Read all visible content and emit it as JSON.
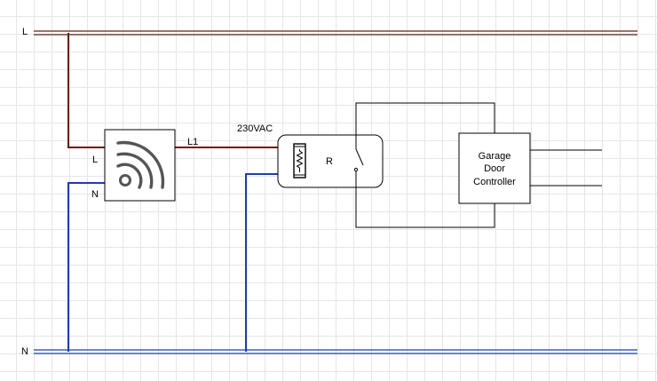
{
  "rails": {
    "live_label": "L",
    "neutral_label": "N"
  },
  "wifi_switch": {
    "input_live_label": "L",
    "input_neutral_label": "N",
    "output_label": "L1",
    "icon": "wifi-icon"
  },
  "relay": {
    "voltage_label": "230VAC",
    "label": "R"
  },
  "controller": {
    "line1": "Garage",
    "line2": "Door",
    "line3": "Controller"
  },
  "colors": {
    "live": "#6b1f0f",
    "neutral": "#1f3fa6",
    "wire": "#000000"
  }
}
